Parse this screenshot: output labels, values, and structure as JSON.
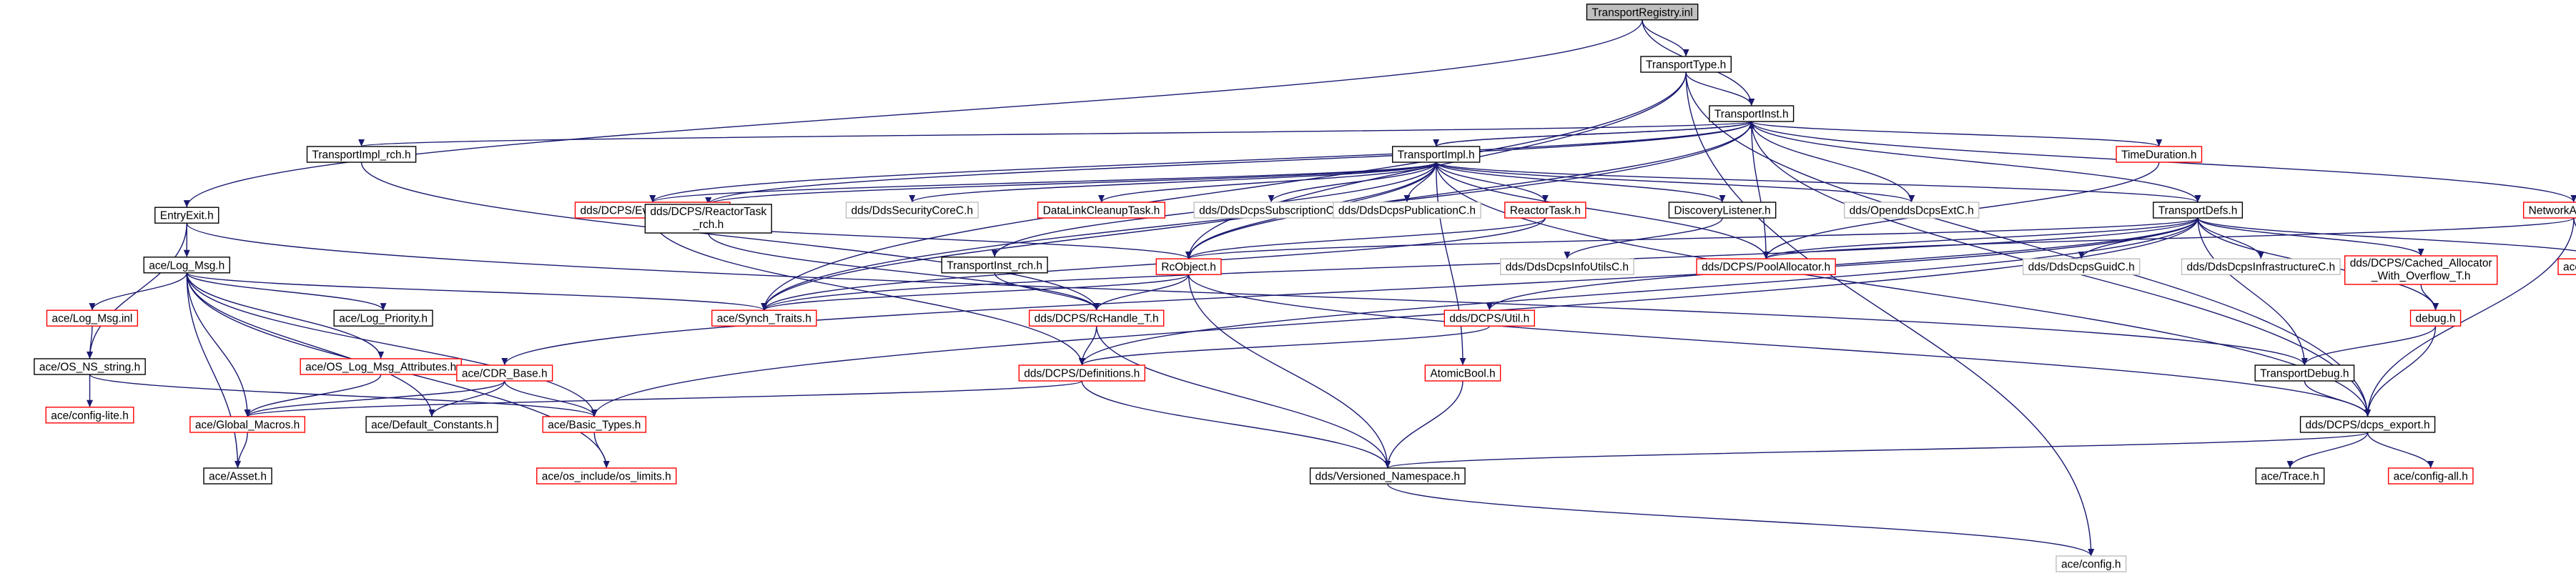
{
  "colors": {
    "edge": "#191970",
    "black": "#000000",
    "red": "#ff0000",
    "gray": "#bfbfbf",
    "root_fill": "#bfbfbf",
    "text": "#000000"
  },
  "nodes": [
    {
      "id": "root",
      "label": "TransportRegistry.inl",
      "style": "root"
    },
    {
      "id": "transporttype",
      "label": "TransportType.h",
      "style": "black"
    },
    {
      "id": "transportinst",
      "label": "TransportInst.h",
      "style": "black"
    },
    {
      "id": "entryexit",
      "label": "EntryExit.h",
      "style": "black"
    },
    {
      "id": "transportimpl_rch",
      "label": "TransportImpl_rch.h",
      "style": "black"
    },
    {
      "id": "transportimpl",
      "label": "TransportImpl.h",
      "style": "black"
    },
    {
      "id": "timeduration",
      "label": "TimeDuration.h",
      "style": "red"
    },
    {
      "id": "networkaddress",
      "label": "NetworkAddress.h",
      "style": "red"
    },
    {
      "id": "eventdispatcher",
      "label": "dds/DCPS/EventDispatcher.h",
      "style": "red"
    },
    {
      "id": "reactortask_rch",
      "label": [
        "dds/DCPS/ReactorTask",
        "_rch.h"
      ],
      "style": "black"
    },
    {
      "id": "securitycore",
      "label": "dds/DdsSecurityCoreC.h",
      "style": "gray"
    },
    {
      "id": "datalinkcleanup",
      "label": "DataLinkCleanupTask.h",
      "style": "red"
    },
    {
      "id": "subscriptionc",
      "label": "dds/DdsDcpsSubscriptionC.h",
      "style": "gray"
    },
    {
      "id": "publicationc",
      "label": "dds/DdsDcpsPublicationC.h",
      "style": "gray"
    },
    {
      "id": "reactortask",
      "label": "ReactorTask.h",
      "style": "red"
    },
    {
      "id": "discoverylistener",
      "label": "DiscoveryListener.h",
      "style": "black"
    },
    {
      "id": "opendds_extc",
      "label": "dds/OpenddsDcpsExtC.h",
      "style": "gray"
    },
    {
      "id": "transportdefs",
      "label": "TransportDefs.h",
      "style": "black"
    },
    {
      "id": "log_msg",
      "label": "ace/Log_Msg.h",
      "style": "black"
    },
    {
      "id": "transportinst_rch",
      "label": "TransportInst_rch.h",
      "style": "black"
    },
    {
      "id": "rcobject",
      "label": "RcObject.h",
      "style": "red"
    },
    {
      "id": "infoutils",
      "label": "dds/DdsDcpsInfoUtilsC.h",
      "style": "gray"
    },
    {
      "id": "poolallocator",
      "label": "dds/DCPS/PoolAllocator.h",
      "style": "red"
    },
    {
      "id": "guidc",
      "label": "dds/DdsDcpsGuidC.h",
      "style": "gray"
    },
    {
      "id": "infrastructurec",
      "label": "dds/DdsDcpsInfrastructureC.h",
      "style": "gray"
    },
    {
      "id": "cached_allocator",
      "label": [
        "dds/DCPS/Cached_Allocator",
        "_With_Overflow_T.h"
      ],
      "style": "red"
    },
    {
      "id": "inet_addr",
      "label": "ace/INET_Addr.h",
      "style": "red"
    },
    {
      "id": "log_msg_inl",
      "label": "ace/Log_Msg.inl",
      "style": "red"
    },
    {
      "id": "log_priority",
      "label": "ace/Log_Priority.h",
      "style": "black"
    },
    {
      "id": "synch_traits",
      "label": "ace/Synch_Traits.h",
      "style": "red"
    },
    {
      "id": "rchandle",
      "label": "dds/DCPS/RcHandle_T.h",
      "style": "red"
    },
    {
      "id": "util",
      "label": "dds/DCPS/Util.h",
      "style": "red"
    },
    {
      "id": "debug",
      "label": "debug.h",
      "style": "red"
    },
    {
      "id": "os_ns_string",
      "label": "ace/OS_NS_string.h",
      "style": "black"
    },
    {
      "id": "log_msg_attr",
      "label": "ace/OS_Log_Msg_Attributes.h",
      "style": "red"
    },
    {
      "id": "cdr_base",
      "label": "ace/CDR_Base.h",
      "style": "red"
    },
    {
      "id": "definitions",
      "label": "dds/DCPS/Definitions.h",
      "style": "red"
    },
    {
      "id": "atomicbool",
      "label": "AtomicBool.h",
      "style": "red"
    },
    {
      "id": "transportdebug",
      "label": "TransportDebug.h",
      "style": "black"
    },
    {
      "id": "config_lite",
      "label": "ace/config-lite.h",
      "style": "red"
    },
    {
      "id": "global_macros",
      "label": "ace/Global_Macros.h",
      "style": "red"
    },
    {
      "id": "default_constants",
      "label": "ace/Default_Constants.h",
      "style": "black"
    },
    {
      "id": "basic_types",
      "label": "ace/Basic_Types.h",
      "style": "red"
    },
    {
      "id": "dcps_export",
      "label": "dds/DCPS/dcps_export.h",
      "style": "black"
    },
    {
      "id": "asset",
      "label": "ace/Asset.h",
      "style": "black"
    },
    {
      "id": "os_limits",
      "label": "ace/os_include/os_limits.h",
      "style": "red"
    },
    {
      "id": "versioned_ns",
      "label": "dds/Versioned_Namespace.h",
      "style": "black"
    },
    {
      "id": "trace",
      "label": "ace/Trace.h",
      "style": "black"
    },
    {
      "id": "config_all",
      "label": "ace/config-all.h",
      "style": "red"
    },
    {
      "id": "config",
      "label": "ace/config.h",
      "style": "gray"
    }
  ],
  "edges": [
    [
      "root",
      "transporttype"
    ],
    [
      "root",
      "transportinst"
    ],
    [
      "root",
      "entryexit"
    ],
    [
      "transporttype",
      "transportinst"
    ],
    [
      "transporttype",
      "dcps_export"
    ],
    [
      "transporttype",
      "rcobject"
    ],
    [
      "transporttype",
      "synch_traits"
    ],
    [
      "transporttype",
      "config"
    ],
    [
      "transportinst",
      "transportimpl_rch"
    ],
    [
      "transportinst",
      "transportimpl"
    ],
    [
      "transportinst",
      "timeduration"
    ],
    [
      "transportinst",
      "networkaddress"
    ],
    [
      "transportinst",
      "eventdispatcher"
    ],
    [
      "transportinst",
      "reactortask_rch"
    ],
    [
      "transportinst",
      "opendds_extc"
    ],
    [
      "transportinst",
      "transportdefs"
    ],
    [
      "transportinst",
      "rcobject"
    ],
    [
      "transportinst",
      "poolallocator"
    ],
    [
      "transportinst",
      "dcps_export"
    ],
    [
      "transportinst",
      "synch_traits"
    ],
    [
      "transportimpl",
      "transportinst"
    ],
    [
      "transportimpl",
      "eventdispatcher"
    ],
    [
      "transportimpl",
      "reactortask_rch"
    ],
    [
      "transportimpl",
      "securitycore"
    ],
    [
      "transportimpl",
      "datalinkcleanup"
    ],
    [
      "transportimpl",
      "subscriptionc"
    ],
    [
      "transportimpl",
      "publicationc"
    ],
    [
      "transportimpl",
      "reactortask"
    ],
    [
      "transportimpl",
      "discoverylistener"
    ],
    [
      "transportimpl",
      "opendds_extc"
    ],
    [
      "transportimpl",
      "transportdefs"
    ],
    [
      "transportimpl",
      "transportinst_rch"
    ],
    [
      "transportimpl",
      "rcobject"
    ],
    [
      "transportimpl",
      "poolallocator"
    ],
    [
      "transportimpl",
      "atomicbool"
    ],
    [
      "transportimpl",
      "synch_traits"
    ],
    [
      "transportimpl",
      "dcps_export"
    ],
    [
      "transportimpl_rch",
      "rchandle"
    ],
    [
      "timeduration",
      "poolallocator"
    ],
    [
      "networkaddress",
      "inet_addr"
    ],
    [
      "networkaddress",
      "dcps_export"
    ],
    [
      "networkaddress",
      "poolallocator"
    ],
    [
      "eventdispatcher",
      "rcobject"
    ],
    [
      "eventdispatcher",
      "definitions"
    ],
    [
      "reactortask_rch",
      "rchandle"
    ],
    [
      "reactortask",
      "rcobject"
    ],
    [
      "reactortask",
      "synch_traits"
    ],
    [
      "discoverylistener",
      "infoutils"
    ],
    [
      "transportdefs",
      "guidc"
    ],
    [
      "transportdefs",
      "infrastructurec"
    ],
    [
      "transportdefs",
      "cached_allocator"
    ],
    [
      "transportdefs",
      "inet_addr"
    ],
    [
      "transportdefs",
      "debug"
    ],
    [
      "transportdefs",
      "transportdebug"
    ],
    [
      "transportdefs",
      "poolallocator"
    ],
    [
      "transportdefs",
      "util"
    ],
    [
      "transportdefs",
      "cdr_base"
    ],
    [
      "transportdefs",
      "basic_types"
    ],
    [
      "transportdefs",
      "definitions"
    ],
    [
      "transportdefs",
      "rcobject"
    ],
    [
      "transportdefs",
      "synch_traits"
    ],
    [
      "entryexit",
      "log_msg"
    ],
    [
      "entryexit",
      "os_ns_string"
    ],
    [
      "entryexit",
      "transportdebug"
    ],
    [
      "log_msg",
      "log_msg_inl"
    ],
    [
      "log_msg",
      "log_priority"
    ],
    [
      "log_msg",
      "synch_traits"
    ],
    [
      "log_msg",
      "log_msg_attr"
    ],
    [
      "log_msg",
      "global_macros"
    ],
    [
      "log_msg",
      "default_constants"
    ],
    [
      "log_msg",
      "basic_types"
    ],
    [
      "log_msg",
      "os_limits"
    ],
    [
      "log_msg",
      "asset"
    ],
    [
      "log_msg_inl",
      "os_ns_string"
    ],
    [
      "os_ns_string",
      "config_lite"
    ],
    [
      "os_ns_string",
      "basic_types"
    ],
    [
      "log_msg_attr",
      "global_macros"
    ],
    [
      "transportinst_rch",
      "rchandle"
    ],
    [
      "rcobject",
      "synch_traits"
    ],
    [
      "rcobject",
      "rchandle"
    ],
    [
      "rcobject",
      "dcps_export"
    ],
    [
      "rcobject",
      "versioned_ns"
    ],
    [
      "rchandle",
      "definitions"
    ],
    [
      "rchandle",
      "versioned_ns"
    ],
    [
      "util",
      "definitions"
    ],
    [
      "cached_allocator",
      "debug"
    ],
    [
      "debug",
      "transportdebug"
    ],
    [
      "debug",
      "dcps_export"
    ],
    [
      "cdr_base",
      "global_macros"
    ],
    [
      "cdr_base",
      "basic_types"
    ],
    [
      "cdr_base",
      "default_constants"
    ],
    [
      "definitions",
      "global_macros"
    ],
    [
      "definitions",
      "versioned_ns"
    ],
    [
      "atomicbool",
      "versioned_ns"
    ],
    [
      "transportdebug",
      "dcps_export"
    ],
    [
      "global_macros",
      "asset"
    ],
    [
      "basic_types",
      "os_limits"
    ],
    [
      "dcps_export",
      "versioned_ns"
    ],
    [
      "dcps_export",
      "trace"
    ],
    [
      "dcps_export",
      "config_all"
    ],
    [
      "versioned_ns",
      "config"
    ]
  ]
}
